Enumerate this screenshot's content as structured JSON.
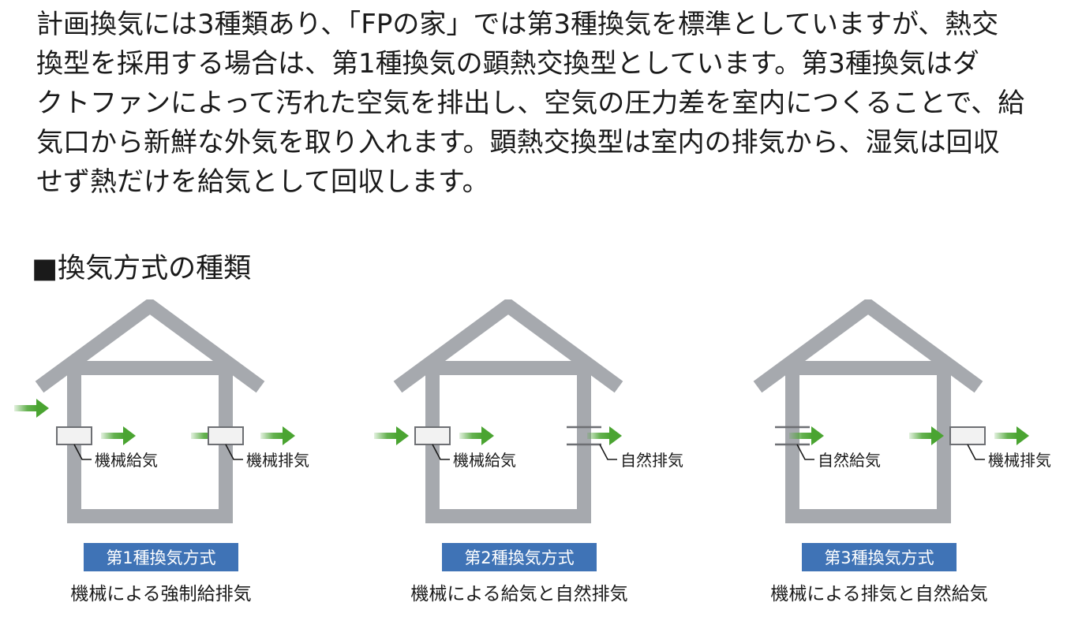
{
  "intro": {
    "lines": [
      "計画換気には3種類あり、「FPの家」では第3種換気を標準としていますが、熱交",
      "換型を採用する場合は、第1種換気の顕熱交換型としています。第3種換気はダ",
      "クトファンによって汚れた空気を排出し、空気の圧力差を室内につくることで、給",
      "気口から新鮮な外気を取り入れます。顕熱交換型は室内の排気から、湿気は回収",
      "せず熱だけを給気として回収します。"
    ]
  },
  "section_title": "■換気方式の種類",
  "colors": {
    "house": "#a6a9ae",
    "arrow_green": "#4aa431",
    "badge_blue": "#3f73b6",
    "vent_box": "#f2f2f2"
  },
  "diagrams": [
    {
      "supply_label": "機械給気",
      "exhaust_label": "機械排気",
      "badge": "第1種換気方式",
      "caption": "機械による強制給排気"
    },
    {
      "supply_label": "機械給気",
      "exhaust_label": "自然排気",
      "badge": "第2種換気方式",
      "caption": "機械による給気と自然排気"
    },
    {
      "supply_label": "自然給気",
      "exhaust_label": "機械排気",
      "badge": "第3種換気方式",
      "caption": "機械による排気と自然給気"
    }
  ]
}
